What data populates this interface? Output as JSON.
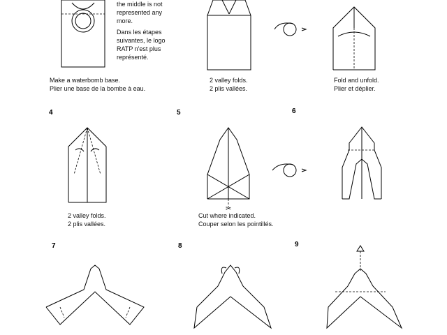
{
  "step1": {
    "note_en": [
      "the middle is not",
      "represented any",
      "more."
    ],
    "note_fr": [
      "Dans les étapes",
      "suivantes, le logo",
      "RATP n'est plus",
      "représenté."
    ],
    "caption": [
      "Make a waterbomb base.",
      "Plier une base de la bombe à eau."
    ]
  },
  "step2": {
    "caption": [
      "2 valley folds.",
      "2 plis vallées."
    ]
  },
  "step3": {
    "caption": [
      "Fold and unfold.",
      "Plier et déplier."
    ]
  },
  "step4": {
    "number": "4",
    "caption": [
      "2 valley folds.",
      "2 plis vallées."
    ]
  },
  "step5": {
    "number": "5",
    "caption": [
      "Cut where indicated.",
      "Couper selon les pointillés."
    ]
  },
  "step6": {
    "number": "6"
  },
  "step7": {
    "number": "7"
  },
  "step8": {
    "number": "8"
  },
  "step9": {
    "number": "9"
  }
}
